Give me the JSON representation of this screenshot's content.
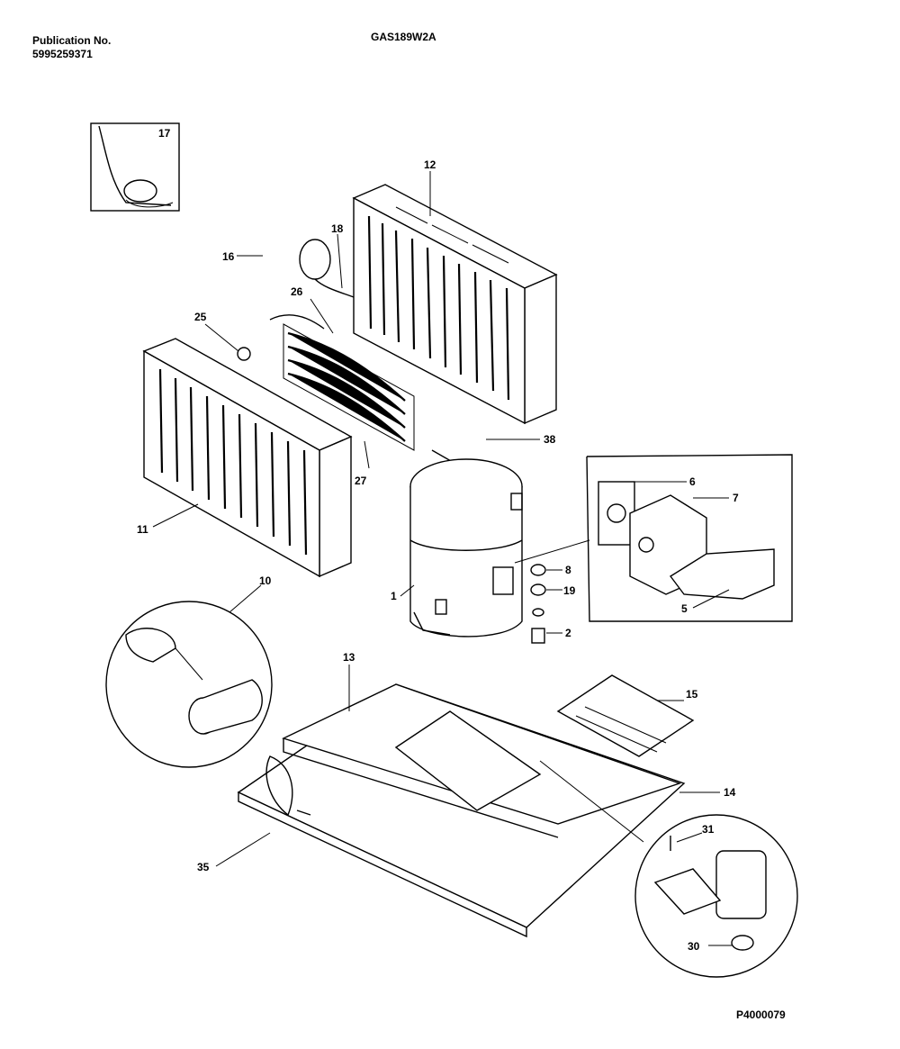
{
  "header": {
    "publication_label": "Publication No.",
    "publication_number": "5995259371",
    "model": "GAS189W2A"
  },
  "document_id": "P4000079",
  "callouts": {
    "c1": "1",
    "c2": "2",
    "c5": "5",
    "c6": "6",
    "c7": "7",
    "c8": "8",
    "c10": "10",
    "c11": "11",
    "c12": "12",
    "c13": "13",
    "c14": "14",
    "c15": "15",
    "c16": "16",
    "c17": "17",
    "c18": "18",
    "c19": "19",
    "c25": "25",
    "c26": "26",
    "c27": "27",
    "c30": "30",
    "c31": "31",
    "c35": "35",
    "c38": "38"
  }
}
